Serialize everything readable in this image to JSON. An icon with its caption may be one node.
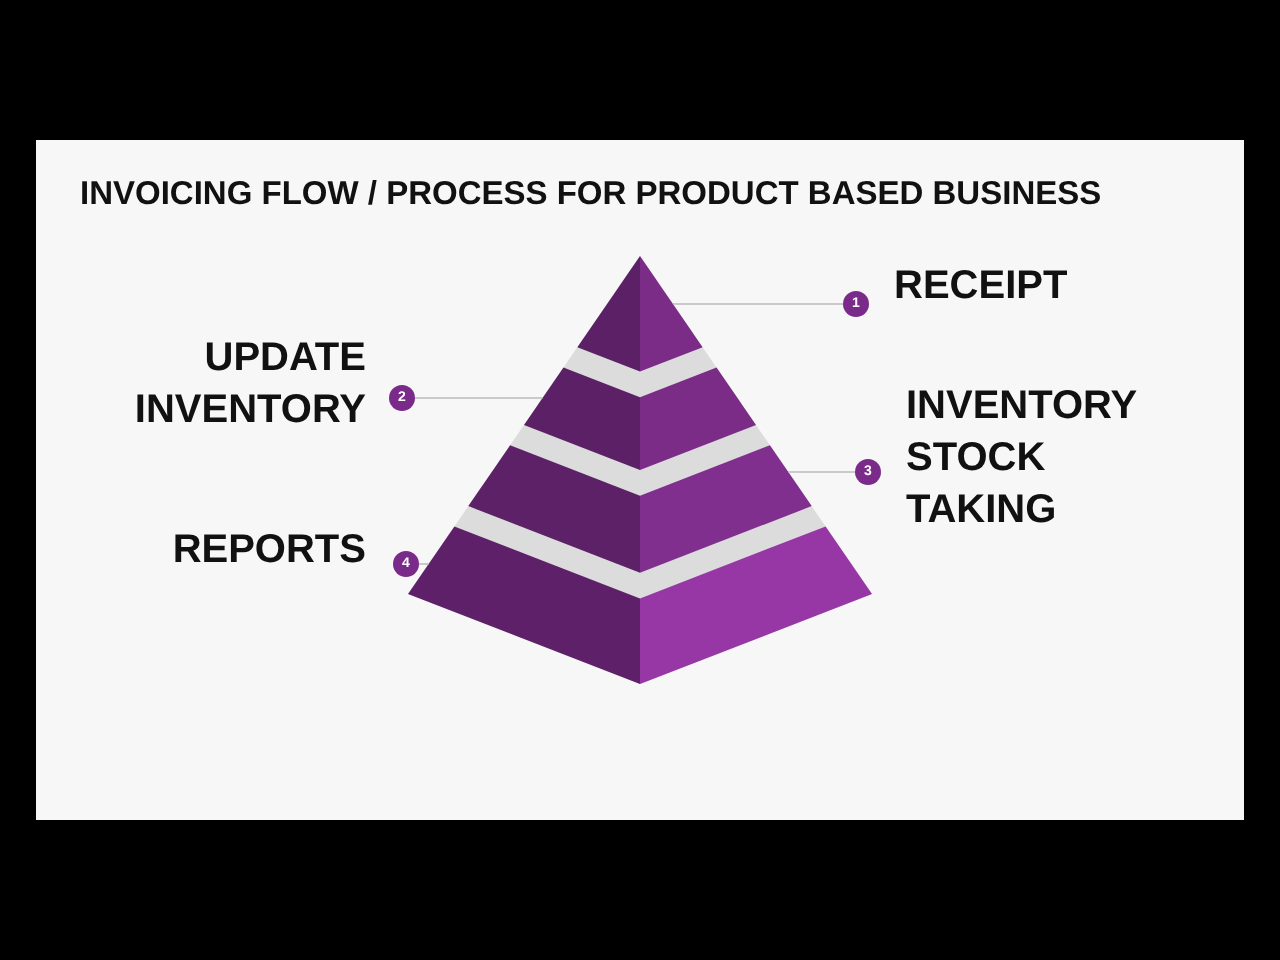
{
  "diagram": {
    "title": "INVOICING FLOW / PROCESS FOR PRODUCT BASED BUSINESS",
    "nodes": [
      {
        "text": [],
        "shape": "triangle"
      },
      {
        "text": [],
        "shape": "trapezoid"
      },
      {
        "text": [],
        "shape": "trapezoid"
      },
      {
        "text": [],
        "shape": "trapezoid"
      },
      {
        "text": [
          "1"
        ],
        "beside": [
          "RECEIPT"
        ]
      },
      {
        "text": [
          "2"
        ],
        "beside": [
          "UPDATE INVENTORY"
        ]
      },
      {
        "text": [
          "3"
        ],
        "beside": [
          "INVENTORY STOCK TAKING"
        ]
      },
      {
        "text": [
          "4"
        ],
        "beside": [
          "REPORTS"
        ]
      }
    ],
    "edges": [
      {
        "from": 4,
        "to": 0,
        "arrow": "none"
      },
      {
        "from": 5,
        "to": 1,
        "arrow": "none"
      },
      {
        "from": 6,
        "to": 2,
        "arrow": "none"
      },
      {
        "from": 7,
        "to": 3,
        "arrow": "none"
      }
    ]
  }
}
